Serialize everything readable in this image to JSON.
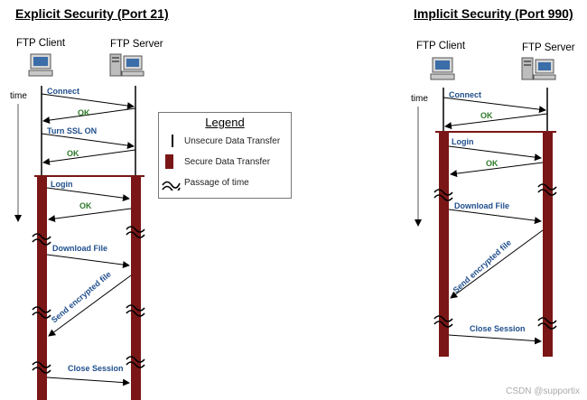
{
  "explicit": {
    "title": "Explicit Security (Port 21)",
    "client_label": "FTP Client",
    "server_label": "FTP Server",
    "time_label": "time",
    "messages": [
      "Connect",
      "OK",
      "Turn SSL ON",
      "OK",
      "Login",
      "OK",
      "Download File",
      "Send encrypted file",
      "Close Session"
    ]
  },
  "implicit": {
    "title": "Implicit Security (Port 990)",
    "client_label": "FTP Client",
    "server_label": "FTP Server",
    "time_label": "time",
    "messages": [
      "Connect",
      "OK",
      "Login",
      "OK",
      "Download File",
      "Send encrypted file",
      "Close Session"
    ]
  },
  "legend": {
    "title": "Legend",
    "items": [
      "Unsecure Data Transfer",
      "Secure Data Transfer",
      "Passage of time"
    ]
  },
  "watermark": "CSDN @supportix",
  "colors": {
    "secure": "#7a1616",
    "unsecure": "#000000",
    "message_text": "#1f4e8c",
    "ok_text": "#2f7a2a"
  },
  "icons": {
    "client": "computer-icon",
    "server": "server-icon"
  }
}
